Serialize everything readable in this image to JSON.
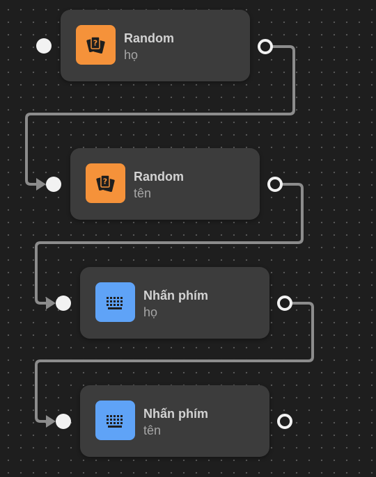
{
  "nodes": [
    {
      "title": "Random",
      "subtitle": "họ",
      "icon": "cards-icon",
      "icon_color": "#f5923a"
    },
    {
      "title": "Random",
      "subtitle": "tên",
      "icon": "cards-icon",
      "icon_color": "#f5923a"
    },
    {
      "title": "Nhấn phím",
      "subtitle": "họ",
      "icon": "keyboard-icon",
      "icon_color": "#5fa3f7"
    },
    {
      "title": "Nhấn phím",
      "subtitle": "tên",
      "icon": "keyboard-icon",
      "icon_color": "#5fa3f7"
    }
  ],
  "connections": [
    {
      "from": 0,
      "to": 1
    },
    {
      "from": 1,
      "to": 2
    },
    {
      "from": 2,
      "to": 3
    }
  ],
  "colors": {
    "canvas_background": "#1e1e1e",
    "node_background": "#3c3c3c",
    "connector": "#8c8c8c",
    "port": "#f2f2f2"
  }
}
